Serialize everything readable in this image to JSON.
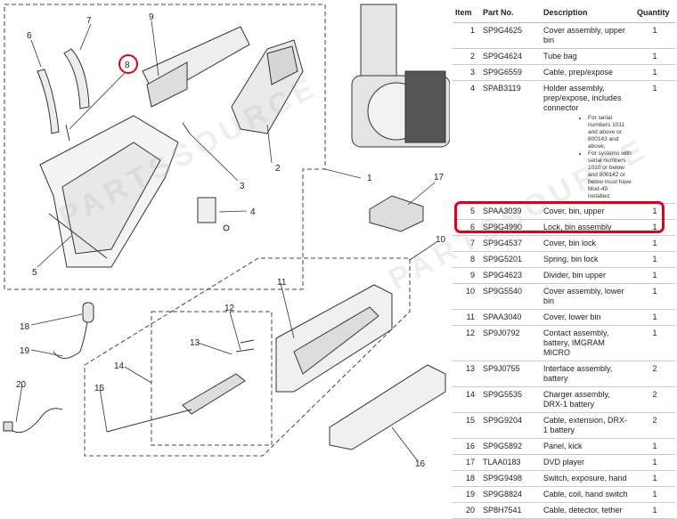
{
  "watermark": "PARTSSOURCE",
  "table": {
    "headers": [
      "Item",
      "Part No.",
      "Description",
      "Quantity"
    ],
    "rows": [
      {
        "item": "1",
        "part": "SP9G4625",
        "desc": "Cover assembly, upper bin",
        "qty": "1"
      },
      {
        "item": "2",
        "part": "SP9G4624",
        "desc": "Tube bag",
        "qty": "1"
      },
      {
        "item": "3",
        "part": "SP9G6559",
        "desc": "Cable, prep/expose",
        "qty": "1"
      },
      {
        "item": "4",
        "part": "SPAB3119",
        "desc": "Holder assembly, prep/expose, includes connector",
        "qty": "1"
      },
      {
        "item": "5",
        "part": "SPAA3039",
        "desc": "Cover, bin, upper",
        "qty": "1"
      },
      {
        "item": "6",
        "part": "SP9G4990",
        "desc": "Lock, bin assembly",
        "qty": "1"
      },
      {
        "item": "7",
        "part": "SP9G4537",
        "desc": "Cover, bin lock",
        "qty": "1"
      },
      {
        "item": "8",
        "part": "SP9G5201",
        "desc": "Spring, bin lock",
        "qty": "1"
      },
      {
        "item": "9",
        "part": "SP9G4623",
        "desc": "Divider, bin upper",
        "qty": "1"
      },
      {
        "item": "10",
        "part": "SP9G5540",
        "desc": "Cover assembly, lower bin",
        "qty": "1"
      },
      {
        "item": "11",
        "part": "SPAA3040",
        "desc": "Cover, lower bin",
        "qty": "1"
      },
      {
        "item": "12",
        "part": "SP9J0792",
        "desc": "Contact assembly, battery, IMGRAM MICRO",
        "qty": "1"
      },
      {
        "item": "13",
        "part": "SP9J0755",
        "desc": "Interface assembly, battery",
        "qty": "2"
      },
      {
        "item": "14",
        "part": "SP9G5535",
        "desc": "Charger assembly, DRX-1 battery",
        "qty": "2"
      },
      {
        "item": "15",
        "part": "SP9G9204",
        "desc": "Cable, extension, DRX-1 battery",
        "qty": "2"
      },
      {
        "item": "16",
        "part": "SP9G5892",
        "desc": "Panel, kick",
        "qty": "1"
      },
      {
        "item": "17",
        "part": "TLAA0183",
        "desc": "DVD player",
        "qty": "1"
      },
      {
        "item": "18",
        "part": "SP9G9498",
        "desc": "Switch, exposure, hand",
        "qty": "1"
      },
      {
        "item": "19",
        "part": "SP9G8824",
        "desc": "Cable, coil, hand switch",
        "qty": "1"
      },
      {
        "item": "20",
        "part": "SP8H7541",
        "desc": "Cable, detector, tether",
        "qty": "1"
      }
    ],
    "notes_item4": [
      "For serial numbers 1011 and above or 800143 and above.",
      "For systems with serial numbers 1010 or below and 800142 or below must have Mod-49 installed."
    ]
  },
  "callouts": [
    "1",
    "2",
    "3",
    "4",
    "5",
    "6",
    "7",
    "8",
    "9",
    "10",
    "11",
    "12",
    "13",
    "14",
    "15",
    "16",
    "17",
    "18",
    "19",
    "20"
  ],
  "colors": {
    "highlight": "#e0001a",
    "line": "#333333"
  }
}
